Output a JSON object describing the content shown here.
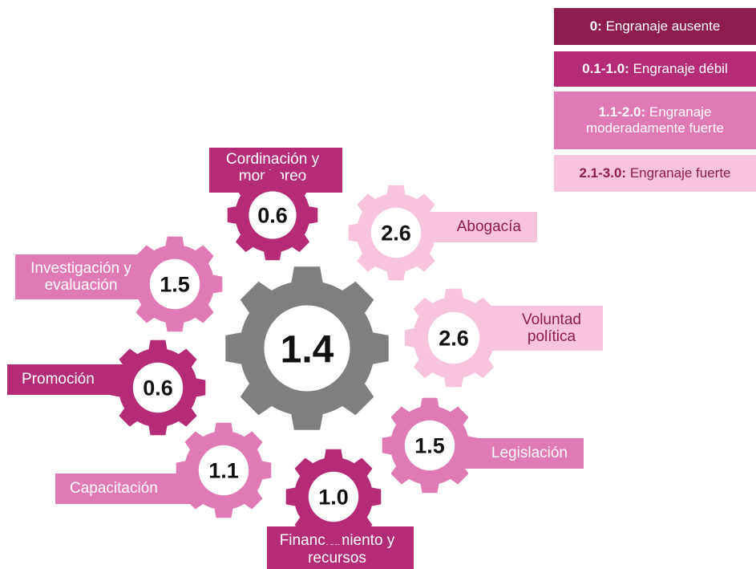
{
  "colors": {
    "absent": "#8c1d4e",
    "weak": "#b52c76",
    "moderate": "#e07ab4",
    "strong": "#f7c3dd",
    "center": "#7f7f7f",
    "light_text": "#ffffff",
    "dark_text": "#8c1d4e",
    "hub_text": "#111111"
  },
  "legend": [
    {
      "range": "0:",
      "text": "Engranaje ausente",
      "level": "absent"
    },
    {
      "range": "0.1-1.0:",
      "text": "Engranaje débil",
      "level": "weak"
    },
    {
      "range": "1.1-2.0:",
      "text": "Engranaje moderadamente fuerte",
      "level": "moderate"
    },
    {
      "range": "2.1-3.0:",
      "text": "Engranaje fuerte",
      "level": "strong"
    }
  ],
  "center": {
    "value": "1.4"
  },
  "gears": [
    {
      "id": "cordinacion",
      "label": "Cordinación y monitoreo",
      "value": "0.6",
      "level": "weak"
    },
    {
      "id": "abogacia",
      "label": "Abogacía",
      "value": "2.6",
      "level": "strong"
    },
    {
      "id": "investigacion",
      "label": "Investigación y evaluación",
      "value": "1.5",
      "level": "moderate"
    },
    {
      "id": "voluntad",
      "label": "Voluntad política",
      "value": "2.6",
      "level": "strong"
    },
    {
      "id": "promocion",
      "label": "Promoción",
      "value": "0.6",
      "level": "weak"
    },
    {
      "id": "legislacion",
      "label": "Legislación",
      "value": "1.5",
      "level": "moderate"
    },
    {
      "id": "capacitacion",
      "label": "Capacitación",
      "value": "1.1",
      "level": "moderate"
    },
    {
      "id": "financiamiento",
      "label": "Financiamiento y recursos",
      "value": "1.0",
      "level": "weak"
    }
  ]
}
